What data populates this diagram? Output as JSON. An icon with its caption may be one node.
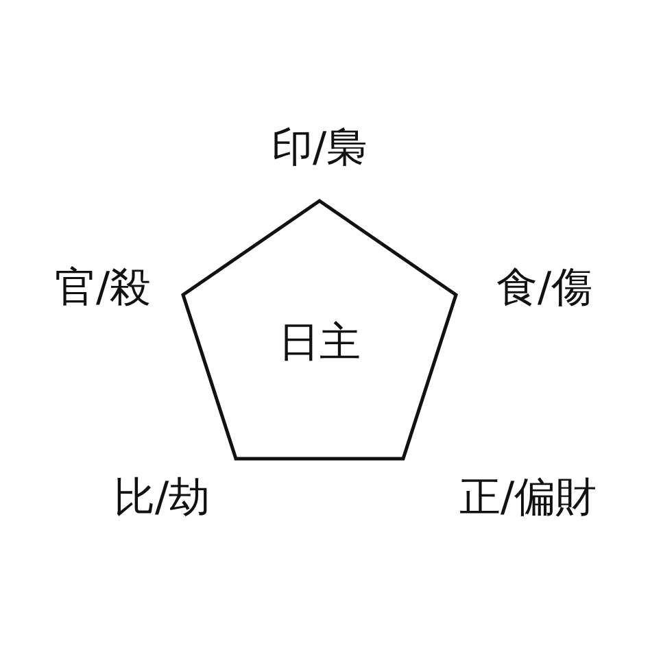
{
  "diagram": {
    "nodes": [
      {
        "text": [
          "日主"
        ]
      }
    ],
    "labels": [
      "印/梟",
      "官/殺",
      "食/傷",
      "比/劫",
      "正/偏財"
    ]
  }
}
